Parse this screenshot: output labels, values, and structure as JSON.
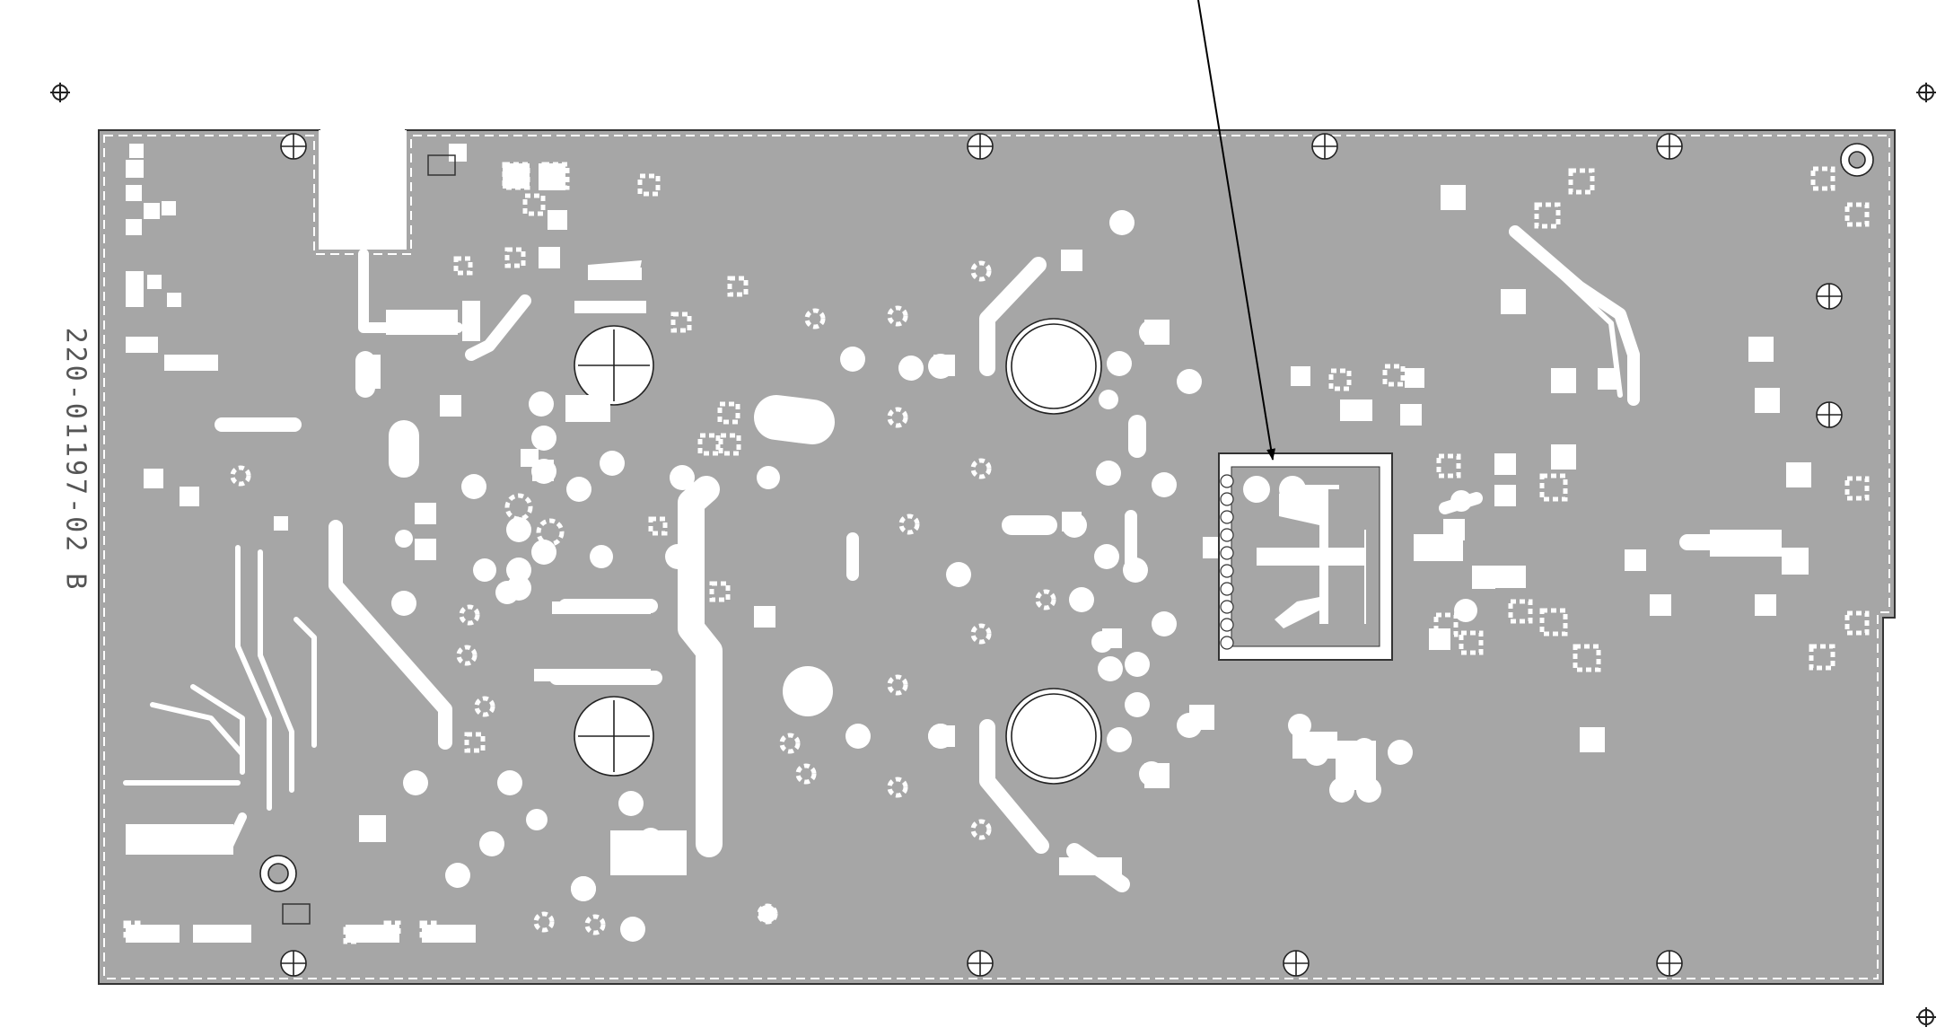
{
  "drawing": {
    "part_number": "220-01197-02 B"
  },
  "colors": {
    "board": "#a6a6a6",
    "copper_clear": "#ffffff",
    "outline": "#333333",
    "text": "#555555",
    "leader": "#000000"
  },
  "icons": {
    "registration_mark": "crosshair-target",
    "mounting_hole": "crosshair-circle",
    "callout": "arrow-leader"
  }
}
